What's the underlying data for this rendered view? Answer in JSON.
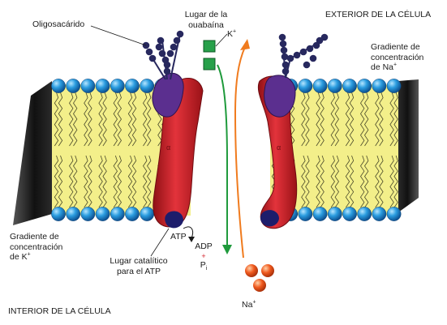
{
  "labels": {
    "exterior": "EXTERIOR DE LA CÉLULA",
    "interior": "INTERIOR DE LA CÉLULA",
    "oligosacarido": "Oligosacárido",
    "ouabaina_1": "Lugar de la",
    "ouabaina_2": "ouabaína",
    "k_ion": "K",
    "k_charge": "+",
    "grad_na_1": "Gradiente de",
    "grad_na_2": "concentración",
    "grad_na_3": "de Na",
    "grad_na_charge": "+",
    "grad_k_1": "Gradiente de",
    "grad_k_2": "concentración",
    "grad_k_3": "de K",
    "grad_k_charge": "+",
    "atp": "ATP",
    "adp": "ADP",
    "plus": "+",
    "pi": "P",
    "pi_sub": "i",
    "catalytic_1": "Lugar catalítico",
    "catalytic_2": "para el ATP",
    "na_ion": "Na",
    "na_charge": "+",
    "alpha_left": "α",
    "alpha_right": "α"
  },
  "colors": {
    "membrane_fill": "#f3ef8a",
    "head_blue": "#2b9de0",
    "protein_red": "#d3202a",
    "beta_purple": "#5b2f8f",
    "sugar_navy": "#27285e",
    "k_green": "#27a04a",
    "na_orange": "#f05a1e",
    "arrow_green": "#1f9a3c",
    "arrow_orange": "#f07b1e"
  },
  "icons": {
    "k_ions": "green-square-ion",
    "na_ions": "orange-sphere-ion"
  }
}
